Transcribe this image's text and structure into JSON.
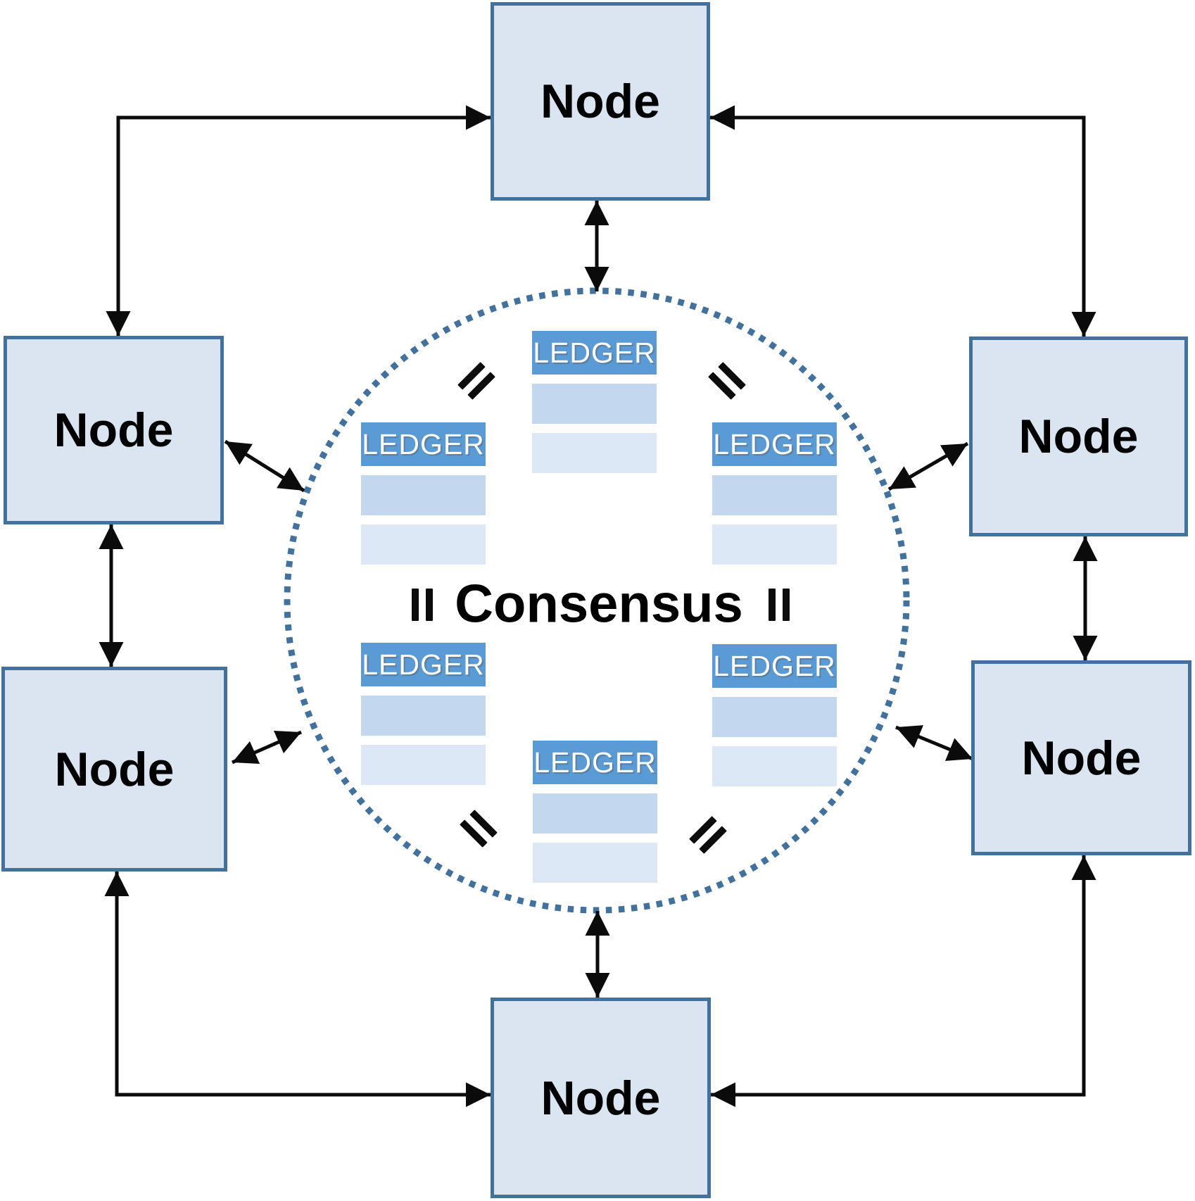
{
  "diagram": {
    "center": {
      "label": "Consensus",
      "ledger_label": "LEDGER"
    },
    "nodes": [
      {
        "id": "top",
        "label": "Node"
      },
      {
        "id": "upper-left",
        "label": "Node"
      },
      {
        "id": "upper-right",
        "label": "Node"
      },
      {
        "id": "lower-left",
        "label": "Node"
      },
      {
        "id": "lower-right",
        "label": "Node"
      },
      {
        "id": "bottom",
        "label": "Node"
      }
    ],
    "ledgers": [
      {
        "id": "top",
        "label": "LEDGER",
        "rows": 2
      },
      {
        "id": "upper-left",
        "label": "LEDGER",
        "rows": 2
      },
      {
        "id": "upper-right",
        "label": "LEDGER",
        "rows": 2
      },
      {
        "id": "lower-left",
        "label": "LEDGER",
        "rows": 2
      },
      {
        "id": "lower-right",
        "label": "LEDGER",
        "rows": 2
      },
      {
        "id": "bottom",
        "label": "LEDGER",
        "rows": 2
      }
    ],
    "equals_signs_count": 6,
    "connections": {
      "node_to_node_elbows": 4,
      "node_to_node_vertical": 2,
      "node_to_circle_vertical": 2,
      "node_to_circle_diagonal": 4,
      "style": "double-headed arrows"
    },
    "colors": {
      "node_fill": "#dbe5f1",
      "node_border": "#41719c",
      "ledger_header": "#5b9bd5",
      "ledger_row_1": "#c3d8ee",
      "ledger_row_2": "#dce8f5",
      "circle_dots": "#41719c",
      "arrow": "#0b0b0b",
      "text": "#000000",
      "ledger_text": "#ffffff"
    }
  }
}
